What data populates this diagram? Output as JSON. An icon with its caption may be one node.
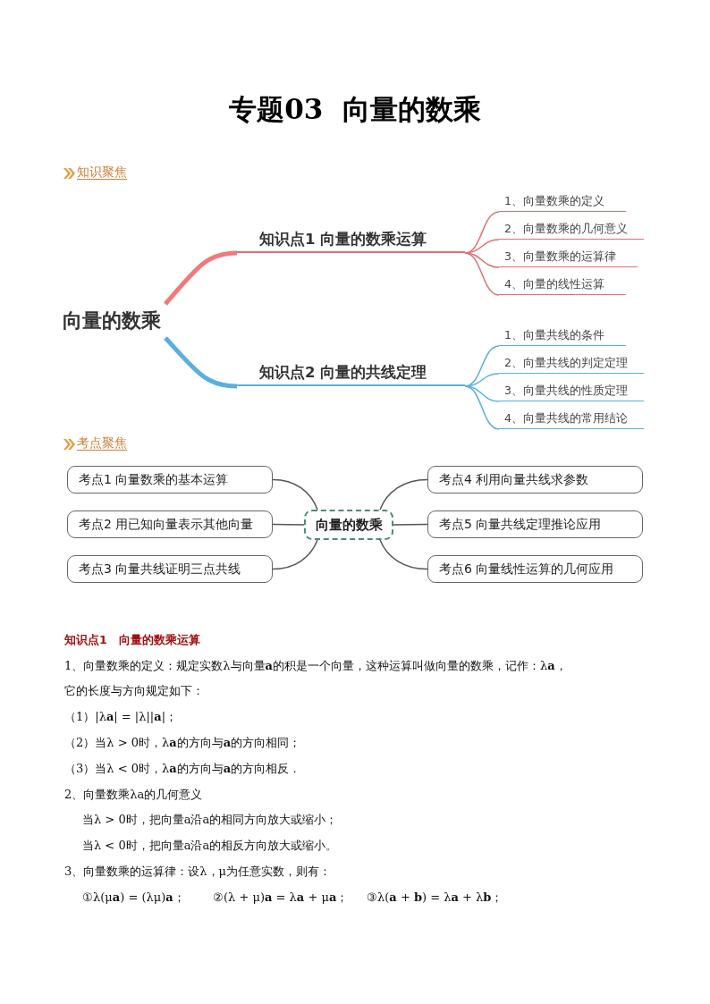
{
  "diagram": {
    "title": "专题03  向量的数乘",
    "nodes": [
      {
        "text": [
          "向量的数乘"
        ]
      },
      {
        "text": [
          "知识点1  向量的数乘运算"
        ]
      },
      {
        "text": [
          "1、向量数乘的定义"
        ]
      },
      {
        "text": [
          "2、向量数乘的几何意义"
        ]
      },
      {
        "text": [
          "3、向量数乘的运算律"
        ]
      },
      {
        "text": [
          "4、向量的线性运算"
        ]
      },
      {
        "text": [
          "知识点2  向量的共线定理"
        ]
      },
      {
        "text": [
          "1、向量共线的条件"
        ]
      },
      {
        "text": [
          "2、向量共线的判定定理"
        ]
      },
      {
        "text": [
          "3、向量共线的性质定理"
        ]
      },
      {
        "text": [
          "4、向量共线的常用结论"
        ]
      },
      {
        "text": [
          "向量的数乘"
        ]
      },
      {
        "text": [
          "考点1  向量数乘的基本运算"
        ]
      },
      {
        "text": [
          "考点2  用已知向量表示其他向量"
        ]
      },
      {
        "text": [
          "考点3  向量共线证明三点共线"
        ]
      },
      {
        "text": [
          "考点4  利用向量共线求参数"
        ]
      },
      {
        "text": [
          "考点5  向量共线定理推论应用"
        ]
      },
      {
        "text": [
          "考点6  向量线性运算的几何应用"
        ]
      }
    ],
    "edges": [
      {
        "from": 0,
        "to": 1,
        "arrow": "none",
        "style": "thick",
        "color": "#ef7a7a"
      },
      {
        "from": 1,
        "to": 2,
        "arrow": "none",
        "color": "#e07070"
      },
      {
        "from": 1,
        "to": 3,
        "arrow": "none",
        "color": "#e07070"
      },
      {
        "from": 1,
        "to": 4,
        "arrow": "none",
        "color": "#e07070"
      },
      {
        "from": 1,
        "to": 5,
        "arrow": "none",
        "color": "#e07070"
      },
      {
        "from": 0,
        "to": 6,
        "arrow": "none",
        "style": "thick",
        "color": "#5aaee0"
      },
      {
        "from": 6,
        "to": 7,
        "arrow": "none",
        "color": "#5aaee0"
      },
      {
        "from": 6,
        "to": 8,
        "arrow": "none",
        "color": "#5aaee0"
      },
      {
        "from": 6,
        "to": 9,
        "arrow": "none",
        "color": "#5aaee0"
      },
      {
        "from": 6,
        "to": 10,
        "arrow": "none",
        "color": "#5aaee0"
      },
      {
        "from": 11,
        "to": 12,
        "arrow": "none"
      },
      {
        "from": 11,
        "to": 13,
        "arrow": "none"
      },
      {
        "from": 11,
        "to": 14,
        "arrow": "none"
      },
      {
        "from": 11,
        "to": 15,
        "arrow": "none"
      },
      {
        "from": 11,
        "to": 16,
        "arrow": "none"
      },
      {
        "from": 11,
        "to": 17,
        "arrow": "none"
      }
    ],
    "labels": [
      "知识聚焦",
      "考点聚焦",
      "知识点1　向量的数乘运算",
      "1、向量数乘的定义：规定实数λ与向量**a**的积是一个向量，这种运算叫做向量的数乘，记作：λ**a**，",
      "它的长度与方向规定如下：",
      "（1）|λ**a**| = |λ||**a**|；",
      "（2）当λ > 0时，λ**a**的方向与**a**的方向相同；",
      "（3）当λ < 0时，λ**a**的方向与**a**的方向相反．",
      "2、向量数乘λa的几何意义",
      "当λ > 0时，把向量a沿a的相同方向放大或缩小；",
      "当λ < 0时，把向量a沿a的相反方向放大或缩小。",
      "3、向量数乘的运算律：设λ，μ为任意实数，则有：",
      "①λ(μ**a**) = (λμ)**a**；",
      "②(λ + μ)**a** = λ**a** + μ**a**；",
      "③λ(**a** + **b**) = λ**a** + λ**b**；"
    ]
  }
}
